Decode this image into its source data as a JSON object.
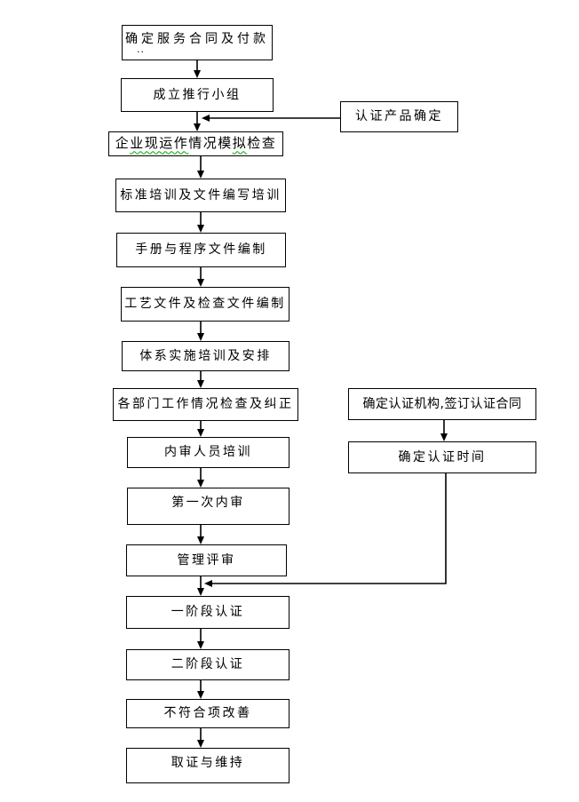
{
  "diagram": {
    "type": "flowchart",
    "colors": {
      "background": "#ffffff",
      "box_border": "#000000",
      "line": "#000000",
      "text": "#000000",
      "spellcheck_underline": "#00a400"
    },
    "nodes": {
      "n1": {
        "label": "确定服务合同及付款"
      },
      "n2": {
        "label": "成立推行小组"
      },
      "n3": {
        "label": "企业现运作情况模拟检查",
        "parts": {
          "p1": "企",
          "p2": "业现运作",
          "p3": "情况模",
          "p4": "拟",
          "p5": "检查"
        }
      },
      "n4": {
        "label": "标准培训及文件编写培训"
      },
      "n5": {
        "label": "手册与程序文件编制"
      },
      "n6": {
        "label": "工艺文件及检查文件编制"
      },
      "n7": {
        "label": "体系实施培训及安排"
      },
      "n8": {
        "label": "各部门工作情况检查及纠正"
      },
      "n9": {
        "label": "内审人员培训"
      },
      "n10": {
        "label": "第一次内审"
      },
      "n11": {
        "label": "管理评审"
      },
      "n12": {
        "label": "一阶段认证"
      },
      "n13": {
        "label": "二阶段认证"
      },
      "n14": {
        "label": "不符合项改善"
      },
      "n15": {
        "label": "取证与维持"
      },
      "r1": {
        "label": "认证产品确定"
      },
      "r2": {
        "label": "确定认证机构,签订认证合同"
      },
      "r3": {
        "label": "确定认证时间"
      }
    },
    "edges": [
      {
        "from": "n1",
        "to": "n2"
      },
      {
        "from": "n2",
        "to": "n3"
      },
      {
        "from": "r1",
        "to": "n3"
      },
      {
        "from": "n3",
        "to": "n4"
      },
      {
        "from": "n4",
        "to": "n5"
      },
      {
        "from": "n5",
        "to": "n6"
      },
      {
        "from": "n6",
        "to": "n7"
      },
      {
        "from": "n7",
        "to": "n8"
      },
      {
        "from": "n8",
        "to": "n9"
      },
      {
        "from": "n9",
        "to": "n10"
      },
      {
        "from": "n10",
        "to": "n11"
      },
      {
        "from": "n11",
        "to": "n12"
      },
      {
        "from": "r2",
        "to": "r3"
      },
      {
        "from": "r3",
        "to": "n12"
      },
      {
        "from": "n12",
        "to": "n13"
      },
      {
        "from": "n13",
        "to": "n14"
      },
      {
        "from": "n14",
        "to": "n15"
      }
    ],
    "annotations": {
      "stray_mark": ".."
    }
  }
}
